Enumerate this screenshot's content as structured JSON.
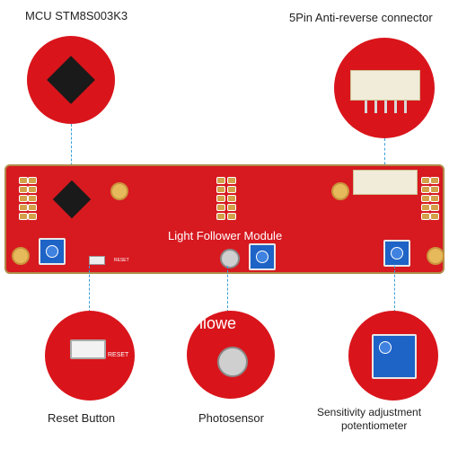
{
  "labels": {
    "mcu": "MCU STM8S003K3",
    "connector": "5Pin Anti-reverse connector",
    "reset": "Reset Button",
    "photosensor": "Photosensor",
    "sensitivity_line1": "Sensitivity adjustment",
    "sensitivity_line2": "potentiometer"
  },
  "board": {
    "title": "Light Follower Module",
    "reset_silk": "RESET",
    "zoom_fragment": "llowe"
  },
  "colors": {
    "pcb": "#d71920",
    "leader_line": "#3aa0d8",
    "potentiometer": "#1e63c6"
  }
}
